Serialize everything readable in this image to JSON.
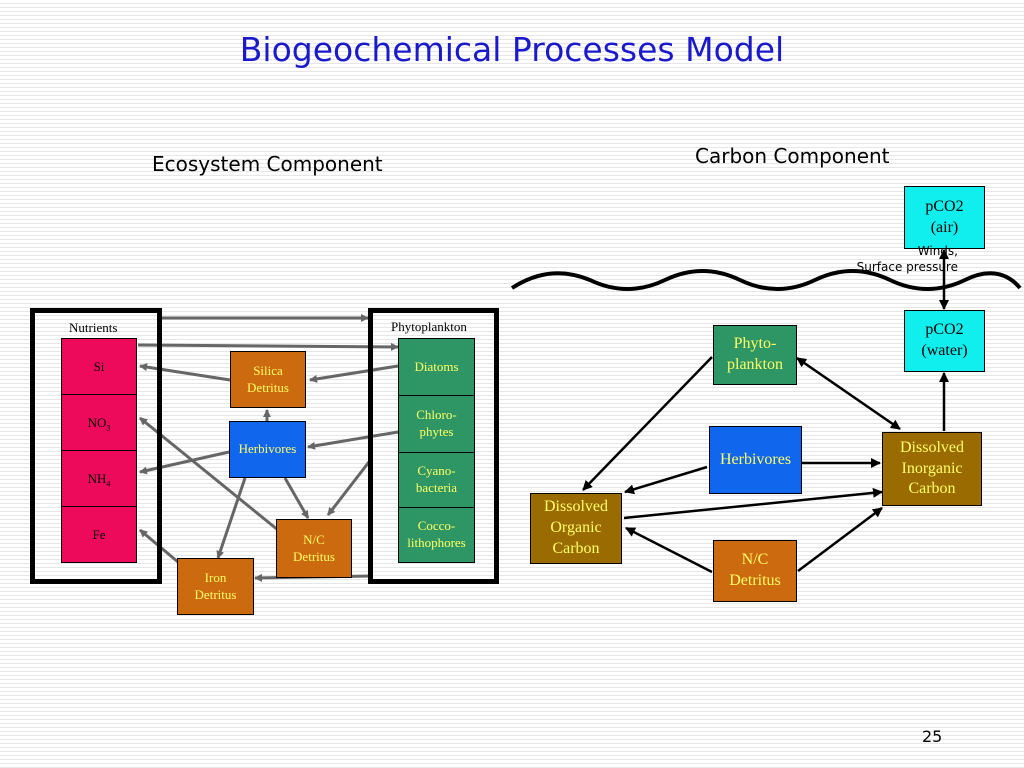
{
  "title": "Biogeochemical Processes Model",
  "ecosystem": {
    "heading": "Ecosystem Component",
    "nutrients_label": "Nutrients",
    "phytoplankton_label": "Phytoplankton",
    "nutrients": [
      "Si",
      "NO3",
      "NH4",
      "Fe"
    ],
    "nutrient_subscripts": {
      "NO3": "3",
      "NH4": "4"
    },
    "phytoplankton": [
      "Diatoms",
      "Chloro-\nphytes",
      "Cyano-\nbacteria",
      "Cocco-\nlithophores"
    ],
    "silica_detritus": "Silica\nDetritus",
    "herbivores": "Herbivores",
    "nc_detritus": "N/C\nDetritus",
    "iron_detritus": "Iron\nDetritus"
  },
  "carbon": {
    "heading": "Carbon Component",
    "pco2_air": "pCO2\n(air)",
    "pco2_water": "pCO2\n(water)",
    "winds_note": "Winds,\nSurface pressure",
    "phytoplankton": "Phyto-\nplankton",
    "herbivores": "Herbivores",
    "dic": "Dissolved\nInorganic\nCarbon",
    "doc": "Dissolved\nOrganic\nCarbon",
    "nc_detritus": "N/C\nDetritus"
  },
  "page_number": "25",
  "colors": {
    "title": "#1a1acc",
    "nutrient": "#ee0a5a",
    "phytoplankton": "#2e9664",
    "detritus": "#cc6a10",
    "herbivore": "#1166ee",
    "carbon": "#9a6b00",
    "pco2": "#11eeee",
    "box_text": "#ffff66",
    "arrow_grey": "#666666"
  }
}
